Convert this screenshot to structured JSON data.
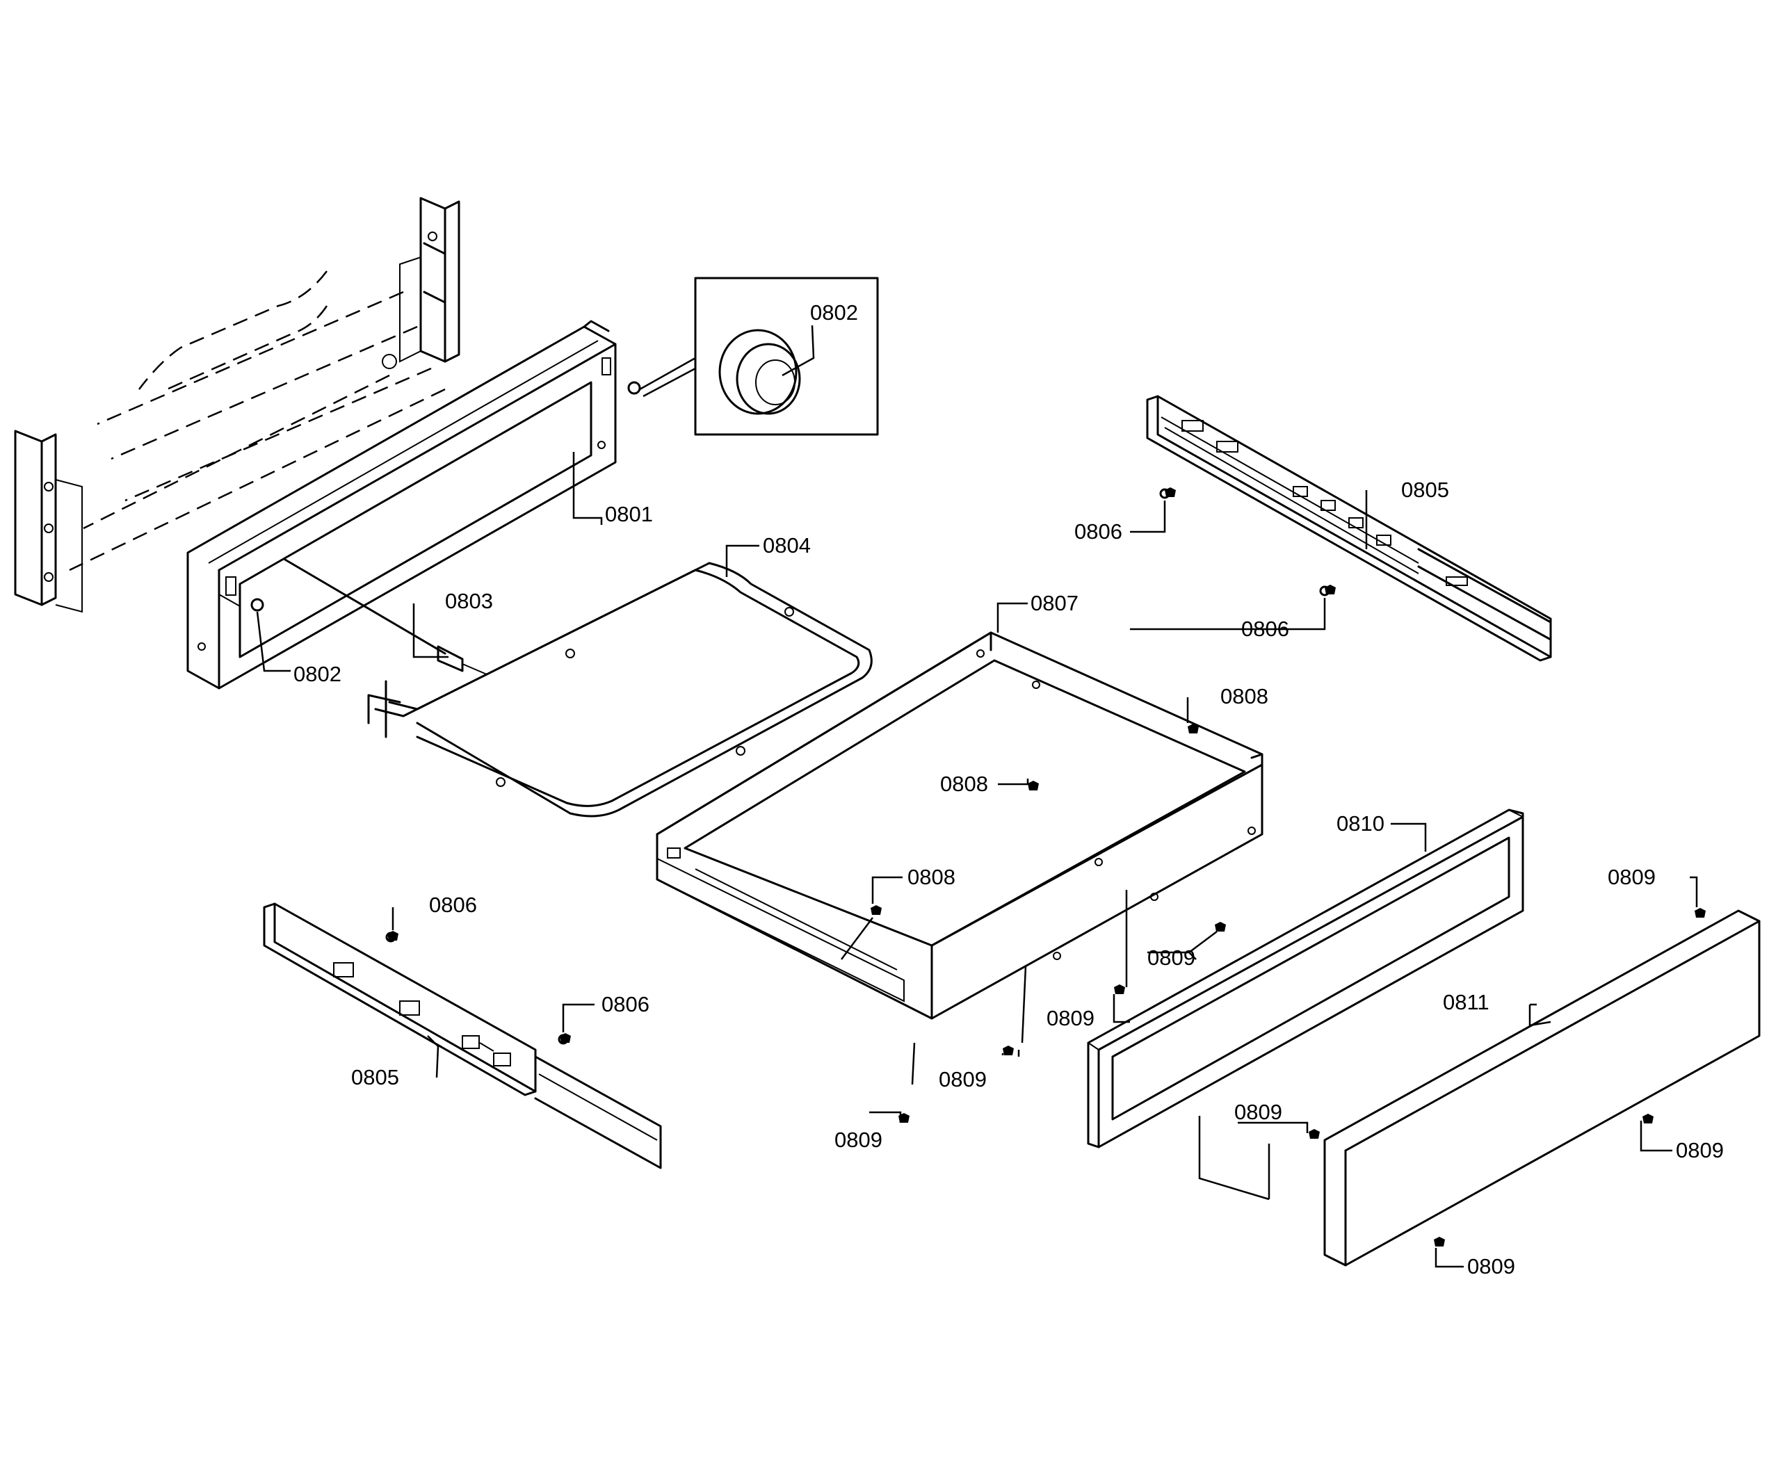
{
  "callouts": [
    {
      "key": "c0802a",
      "text": "0802"
    },
    {
      "key": "c0801",
      "text": "0801"
    },
    {
      "key": "c0802b",
      "text": "0802"
    },
    {
      "key": "c0803",
      "text": "0803"
    },
    {
      "key": "c0804",
      "text": "0804"
    },
    {
      "key": "c0805a",
      "text": "0805"
    },
    {
      "key": "c0806a",
      "text": "0806"
    },
    {
      "key": "c0806b",
      "text": "0806"
    },
    {
      "key": "c0807",
      "text": "0807"
    },
    {
      "key": "c0808a",
      "text": "0808"
    },
    {
      "key": "c0808b",
      "text": "0808"
    },
    {
      "key": "c0808c",
      "text": "0808"
    },
    {
      "key": "c0806c",
      "text": "0806"
    },
    {
      "key": "c0806d",
      "text": "0806"
    },
    {
      "key": "c0805b",
      "text": "0805"
    },
    {
      "key": "c0809a",
      "text": "0809"
    },
    {
      "key": "c0809b",
      "text": "0809"
    },
    {
      "key": "c0809c",
      "text": "0809"
    },
    {
      "key": "c0809d",
      "text": "0809"
    },
    {
      "key": "c0810",
      "text": "0810"
    },
    {
      "key": "c0809e",
      "text": "0809"
    },
    {
      "key": "c0811",
      "text": "0811"
    },
    {
      "key": "c0809f",
      "text": "0809"
    },
    {
      "key": "c0809g",
      "text": "0809"
    },
    {
      "key": "c0809h",
      "text": "0809"
    }
  ]
}
